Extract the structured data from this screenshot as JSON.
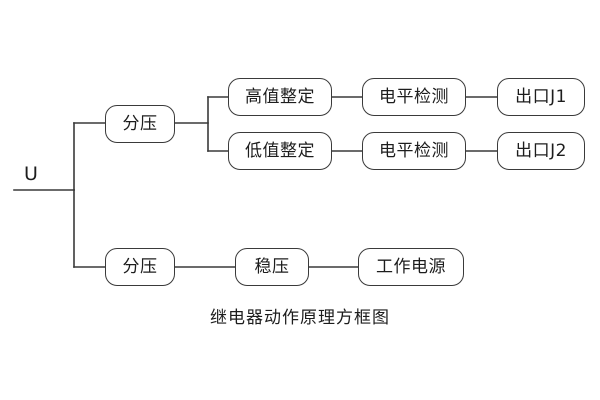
{
  "diagram": {
    "caption": "继电器动作原理方框图",
    "input": {
      "label": "U",
      "name": "input-voltage"
    },
    "colors": {
      "stroke": "#3a3a3a",
      "text": "#1d1d1d",
      "background": "#ffffff"
    },
    "nodes": {
      "divider_top": "分压",
      "divider_bottom": "分压",
      "high_setting": "高值整定",
      "low_setting": "低值整定",
      "level_detect_1": "电平检测",
      "level_detect_2": "电平检测",
      "output_j1": "出口J1",
      "output_j2": "出口J2",
      "regulator": "稳压",
      "working_power": "工作电源"
    },
    "branches": [
      {
        "name": "measurement-branch",
        "chain": [
          "分压",
          "高值整定",
          "电平检测",
          "出口J1"
        ]
      },
      {
        "name": "measurement-branch-low",
        "chain": [
          "分压",
          "低值整定",
          "电平检测",
          "出口J2"
        ]
      },
      {
        "name": "power-supply-branch",
        "chain": [
          "分压",
          "稳压",
          "工作电源"
        ]
      }
    ]
  }
}
